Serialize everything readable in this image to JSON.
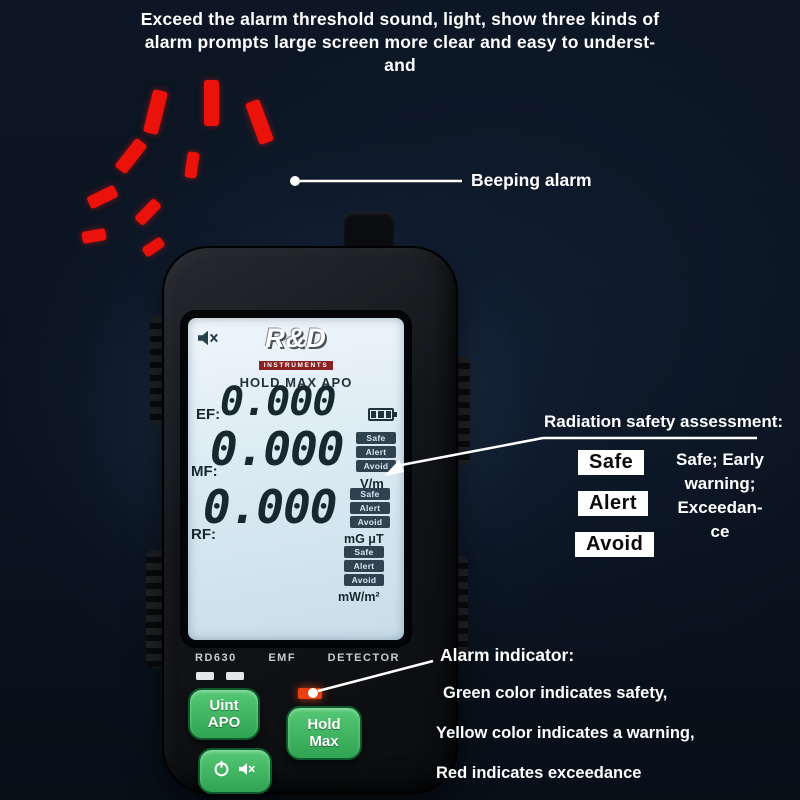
{
  "title": {
    "line1": "Exceed the alarm threshold sound, light, show three kinds of",
    "line2": "alarm prompts large screen more clear and easy to underst-",
    "line3": "and"
  },
  "callouts": {
    "beeping_alarm": "Beeping alarm",
    "radiation_title": "Radiation safety assessment:",
    "radiation_desc": [
      "Safe; Early",
      "warning;",
      "Exceedan-",
      "ce"
    ],
    "alarm_title": "Alarm indicator:",
    "alarm_lines": [
      "Green color indicates safety,",
      "Yellow color indicates a warning,",
      "Red indicates exceedance"
    ]
  },
  "safety_labels": [
    "Safe",
    "Alert",
    "Avoid"
  ],
  "device": {
    "brand": "R&D",
    "brand_sub": "INSTRUMENTS",
    "lcd": {
      "mode_text": "HOLD MAX APO",
      "readings": [
        {
          "label": "EF:",
          "value": "0.000",
          "unit": "V/m"
        },
        {
          "label": "MF:",
          "value": "0.000",
          "unit": "mG μT"
        },
        {
          "label": "RF:",
          "value": "0.000",
          "unit": "mW/m²"
        }
      ],
      "status_labels": [
        "Safe",
        "Alert",
        "Avoid"
      ],
      "icons": [
        "muted-speaker-icon",
        "battery-icon"
      ]
    },
    "model_words": [
      "RD630",
      "EMF",
      "DETECTOR"
    ],
    "buttons": {
      "uint_apo": {
        "line1": "Uint",
        "line2": "APO"
      },
      "hold_max": {
        "line1": "Hold",
        "line2": "Max"
      },
      "power_mute_icons": [
        "power-icon",
        "muted-speaker-icon"
      ]
    },
    "colors": {
      "button_green": "#3cb563",
      "alarm_led_red": "#e8400f",
      "sound_mark_red": "#ea120b",
      "lcd_background": "#dcebf3"
    }
  }
}
